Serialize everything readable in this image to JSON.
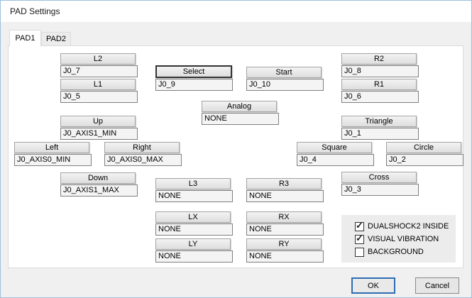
{
  "window": {
    "title": "PAD Settings"
  },
  "tabs": [
    {
      "label": "PAD1",
      "active": true
    },
    {
      "label": "PAD2",
      "active": false
    }
  ],
  "controls": {
    "l2": {
      "label": "L2",
      "value": "J0_7"
    },
    "l1": {
      "label": "L1",
      "value": "J0_5"
    },
    "select": {
      "label": "Select",
      "value": "J0_9"
    },
    "start": {
      "label": "Start",
      "value": "J0_10"
    },
    "analog": {
      "label": "Analog",
      "value": "NONE"
    },
    "r2": {
      "label": "R2",
      "value": "J0_8"
    },
    "r1": {
      "label": "R1",
      "value": "J0_6"
    },
    "up": {
      "label": "Up",
      "value": "J0_AXIS1_MIN"
    },
    "triangle": {
      "label": "Triangle",
      "value": "J0_1"
    },
    "left": {
      "label": "Left",
      "value": "J0_AXIS0_MIN"
    },
    "right": {
      "label": "Right",
      "value": "J0_AXIS0_MAX"
    },
    "square": {
      "label": "Square",
      "value": "J0_4"
    },
    "circle": {
      "label": "Circle",
      "value": "J0_2"
    },
    "down": {
      "label": "Down",
      "value": "J0_AXIS1_MAX"
    },
    "cross": {
      "label": "Cross",
      "value": "J0_3"
    },
    "l3": {
      "label": "L3",
      "value": "NONE"
    },
    "r3": {
      "label": "R3",
      "value": "NONE"
    },
    "lx": {
      "label": "LX",
      "value": "NONE"
    },
    "rx": {
      "label": "RX",
      "value": "NONE"
    },
    "ly": {
      "label": "LY",
      "value": "NONE"
    },
    "ry": {
      "label": "RY",
      "value": "NONE"
    }
  },
  "checkboxes": [
    {
      "label": "DUALSHOCK2 INSIDE",
      "checked": true
    },
    {
      "label": "VISUAL VIBRATION",
      "checked": true
    },
    {
      "label": "BACKGROUND",
      "checked": false
    }
  ],
  "footer": {
    "ok": "OK",
    "cancel": "Cancel"
  },
  "glyphs": {
    "check": "✓"
  },
  "colors": {
    "window_border": "#9cbede",
    "titlebar_bg": "#ffffff",
    "dialog_bg": "#f0f0f0",
    "page_bg": "#ffffff",
    "focus_button_border": "#333333",
    "default_button_border": "#2e6db2",
    "key_button_bg": "#e5e5e5",
    "value_field_bg": "#f4f4f4"
  }
}
